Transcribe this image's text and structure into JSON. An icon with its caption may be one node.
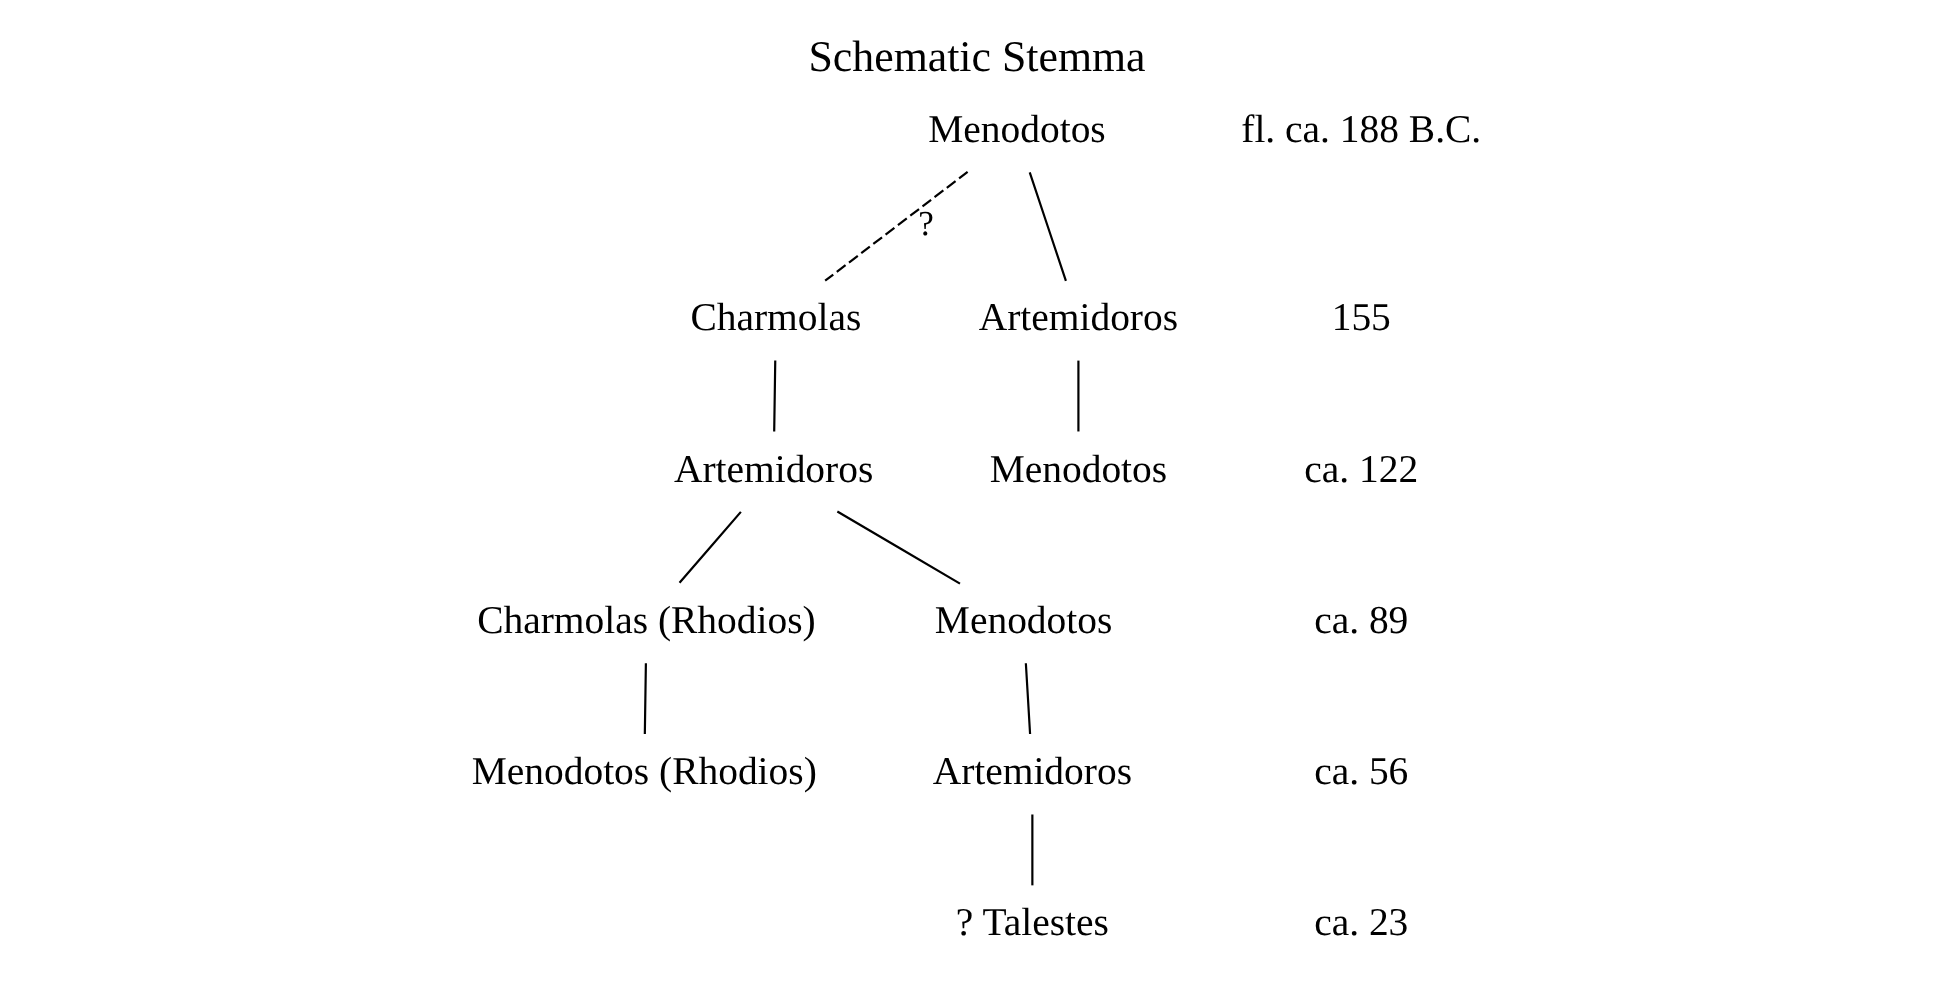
{
  "diagram": {
    "title": "Schematic Stemma",
    "nodes": [
      {
        "text": [
          "Menodotos"
        ]
      },
      {
        "text": [
          "Charmolas"
        ]
      },
      {
        "text": [
          "Artemidoros"
        ]
      },
      {
        "text": [
          "Artemidoros"
        ]
      },
      {
        "text": [
          "Menodotos"
        ]
      },
      {
        "text": [
          "Charmolas (Rhodios)"
        ]
      },
      {
        "text": [
          "Menodotos"
        ]
      },
      {
        "text": [
          "Menodotos (Rhodios)"
        ]
      },
      {
        "text": [
          "Artemidoros"
        ]
      },
      {
        "text": [
          "? Talestes"
        ]
      }
    ],
    "edges": [
      {
        "from": 0,
        "to": 1,
        "arrow": "none",
        "style": "dashed",
        "label": "?"
      },
      {
        "from": 0,
        "to": 2,
        "arrow": "none"
      },
      {
        "from": 1,
        "to": 3,
        "arrow": "none"
      },
      {
        "from": 2,
        "to": 4,
        "arrow": "none"
      },
      {
        "from": 3,
        "to": 5,
        "arrow": "none"
      },
      {
        "from": 3,
        "to": 6,
        "arrow": "none"
      },
      {
        "from": 5,
        "to": 7,
        "arrow": "none"
      },
      {
        "from": 6,
        "to": 8,
        "arrow": "none"
      },
      {
        "from": 8,
        "to": 9,
        "arrow": "none"
      }
    ],
    "labels": [
      "fl. ca. 188 B.C.",
      "155",
      "ca. 122",
      "ca. 89",
      "ca. 56",
      "ca. 23"
    ]
  }
}
